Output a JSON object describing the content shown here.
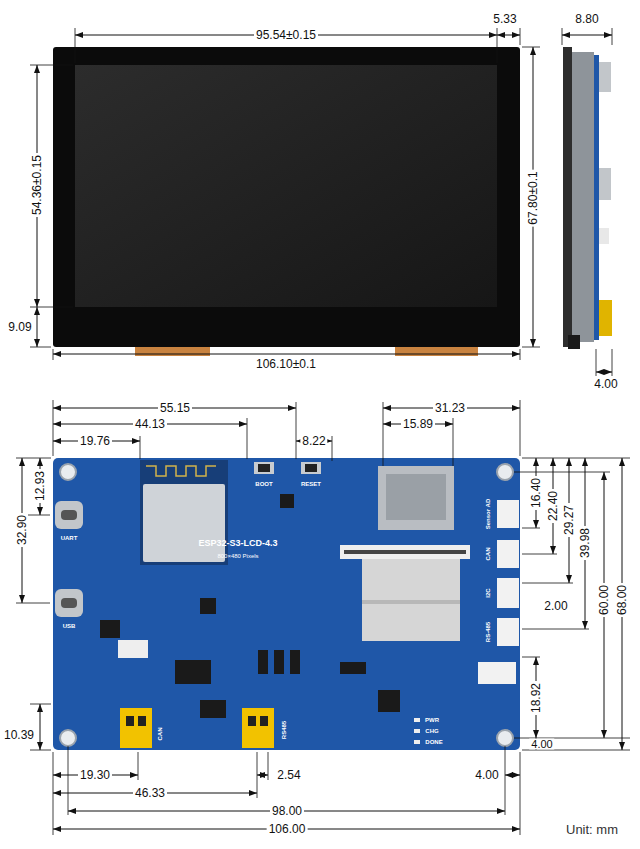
{
  "diagram": {
    "nodes": [
      {
        "text": [
          "ESP32-S3-LCD-4.3",
          "800×480 Pixels"
        ]
      }
    ],
    "labels": [
      "95.54±0.15",
      "5.33",
      "8.80",
      "54.36±0.15",
      "67.80±0.1",
      "9.09",
      "106.10±0.1",
      "4.00",
      "55.15",
      "31.23",
      "44.13",
      "8.22",
      "15.89",
      "19.76",
      "12.93",
      "32.90",
      "16.40",
      "22.40",
      "29.27",
      "39.98",
      "2.00",
      "60.00",
      "68.00",
      "18.92",
      "10.39",
      "4.00",
      "19.30",
      "2.54",
      "4.00",
      "46.33",
      "98.00",
      "106.00",
      "Unit: mm",
      "BOOT",
      "RESET",
      "UART",
      "USB",
      "CAN",
      "RS485",
      "PWR",
      "CHG",
      "DONE",
      "Sensor AD",
      "CAN",
      "I2C",
      "RS-485"
    ]
  }
}
